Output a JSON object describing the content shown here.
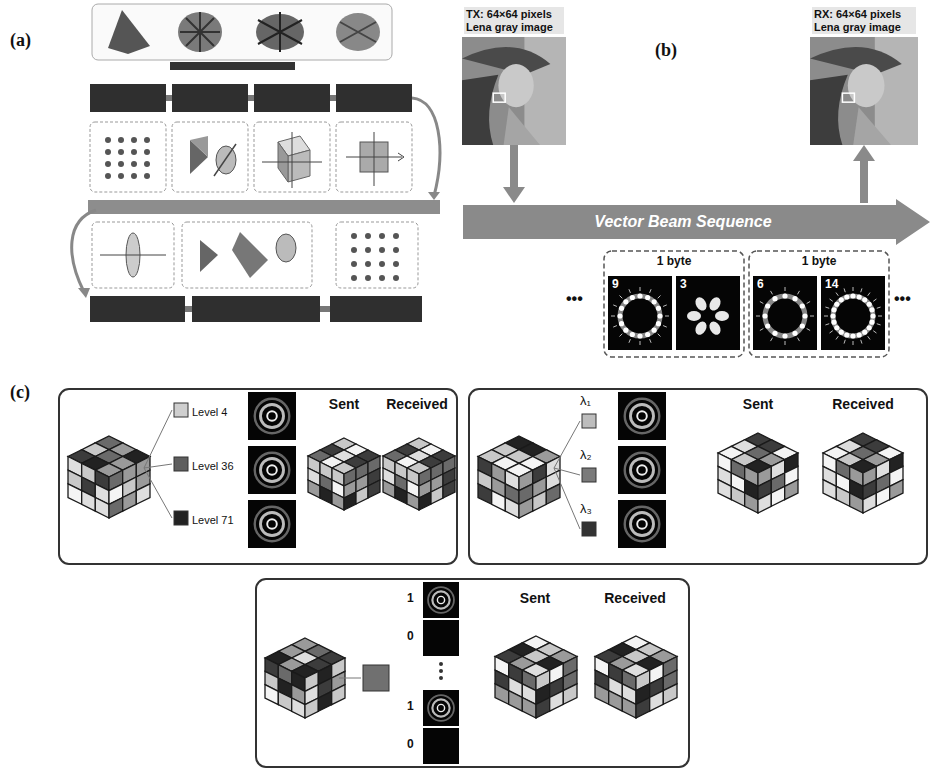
{
  "diagram": {
    "nodes": [
      {
        "text": [
          "TX: 64×64 pixels Lena gray image"
        ]
      },
      {
        "text": [
          "RX: 64×64 pixels Lena gray image"
        ]
      },
      {
        "text": [
          "Vector Beam Sequence"
        ]
      },
      {
        "text": [
          "1 byte"
        ]
      },
      {
        "text": [
          "9"
        ],
        "in": 3
      },
      {
        "text": [
          "3"
        ],
        "in": 3
      },
      {
        "text": [
          "1 byte"
        ]
      },
      {
        "text": [
          "6"
        ],
        "in": 6
      },
      {
        "text": [
          "14"
        ],
        "in": 6
      },
      {
        "text": [
          "Level 4",
          "Level 36",
          "Level 71",
          "Sent",
          "Received"
        ]
      },
      {
        "text": [
          "λ₁",
          "λ₂",
          "λ₃",
          "Sent",
          "Received"
        ]
      },
      {
        "text": [
          "1",
          "0",
          "1",
          "0",
          "Sent",
          "Received"
        ]
      }
    ],
    "edges": [
      {
        "from": 0,
        "to": 2,
        "arrow": "to"
      },
      {
        "from": 2,
        "to": 1,
        "arrow": "to"
      }
    ],
    "labels": [
      "(a)",
      "(b)",
      "•••",
      "•••",
      "(c)"
    ]
  }
}
